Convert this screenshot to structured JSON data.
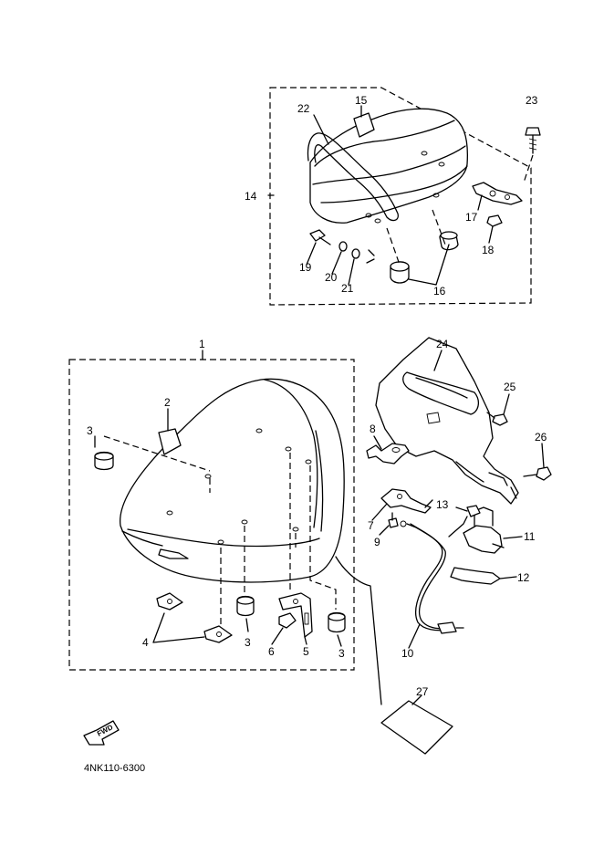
{
  "diagram": {
    "part_code": "4NK110-6300",
    "fwd_label": "FWD",
    "callouts": [
      {
        "key": "c1",
        "text": "1"
      },
      {
        "key": "c2",
        "text": "2"
      },
      {
        "key": "c3a",
        "text": "3"
      },
      {
        "key": "c3b",
        "text": "3"
      },
      {
        "key": "c3c",
        "text": "3"
      },
      {
        "key": "c4",
        "text": "4"
      },
      {
        "key": "c5",
        "text": "5"
      },
      {
        "key": "c6",
        "text": "6"
      },
      {
        "key": "c7",
        "text": "7"
      },
      {
        "key": "c8",
        "text": "8"
      },
      {
        "key": "c9",
        "text": "9"
      },
      {
        "key": "c10",
        "text": "10"
      },
      {
        "key": "c11",
        "text": "11"
      },
      {
        "key": "c12",
        "text": "12"
      },
      {
        "key": "c13",
        "text": "13"
      },
      {
        "key": "c14",
        "text": "14"
      },
      {
        "key": "c15",
        "text": "15"
      },
      {
        "key": "c16",
        "text": "16"
      },
      {
        "key": "c17",
        "text": "17"
      },
      {
        "key": "c18",
        "text": "18"
      },
      {
        "key": "c19",
        "text": "19"
      },
      {
        "key": "c20",
        "text": "20"
      },
      {
        "key": "c21",
        "text": "21"
      },
      {
        "key": "c22",
        "text": "22"
      },
      {
        "key": "c23",
        "text": "23"
      },
      {
        "key": "c24",
        "text": "24"
      },
      {
        "key": "c25",
        "text": "25"
      },
      {
        "key": "c26",
        "text": "26"
      },
      {
        "key": "c27",
        "text": "27"
      }
    ]
  }
}
